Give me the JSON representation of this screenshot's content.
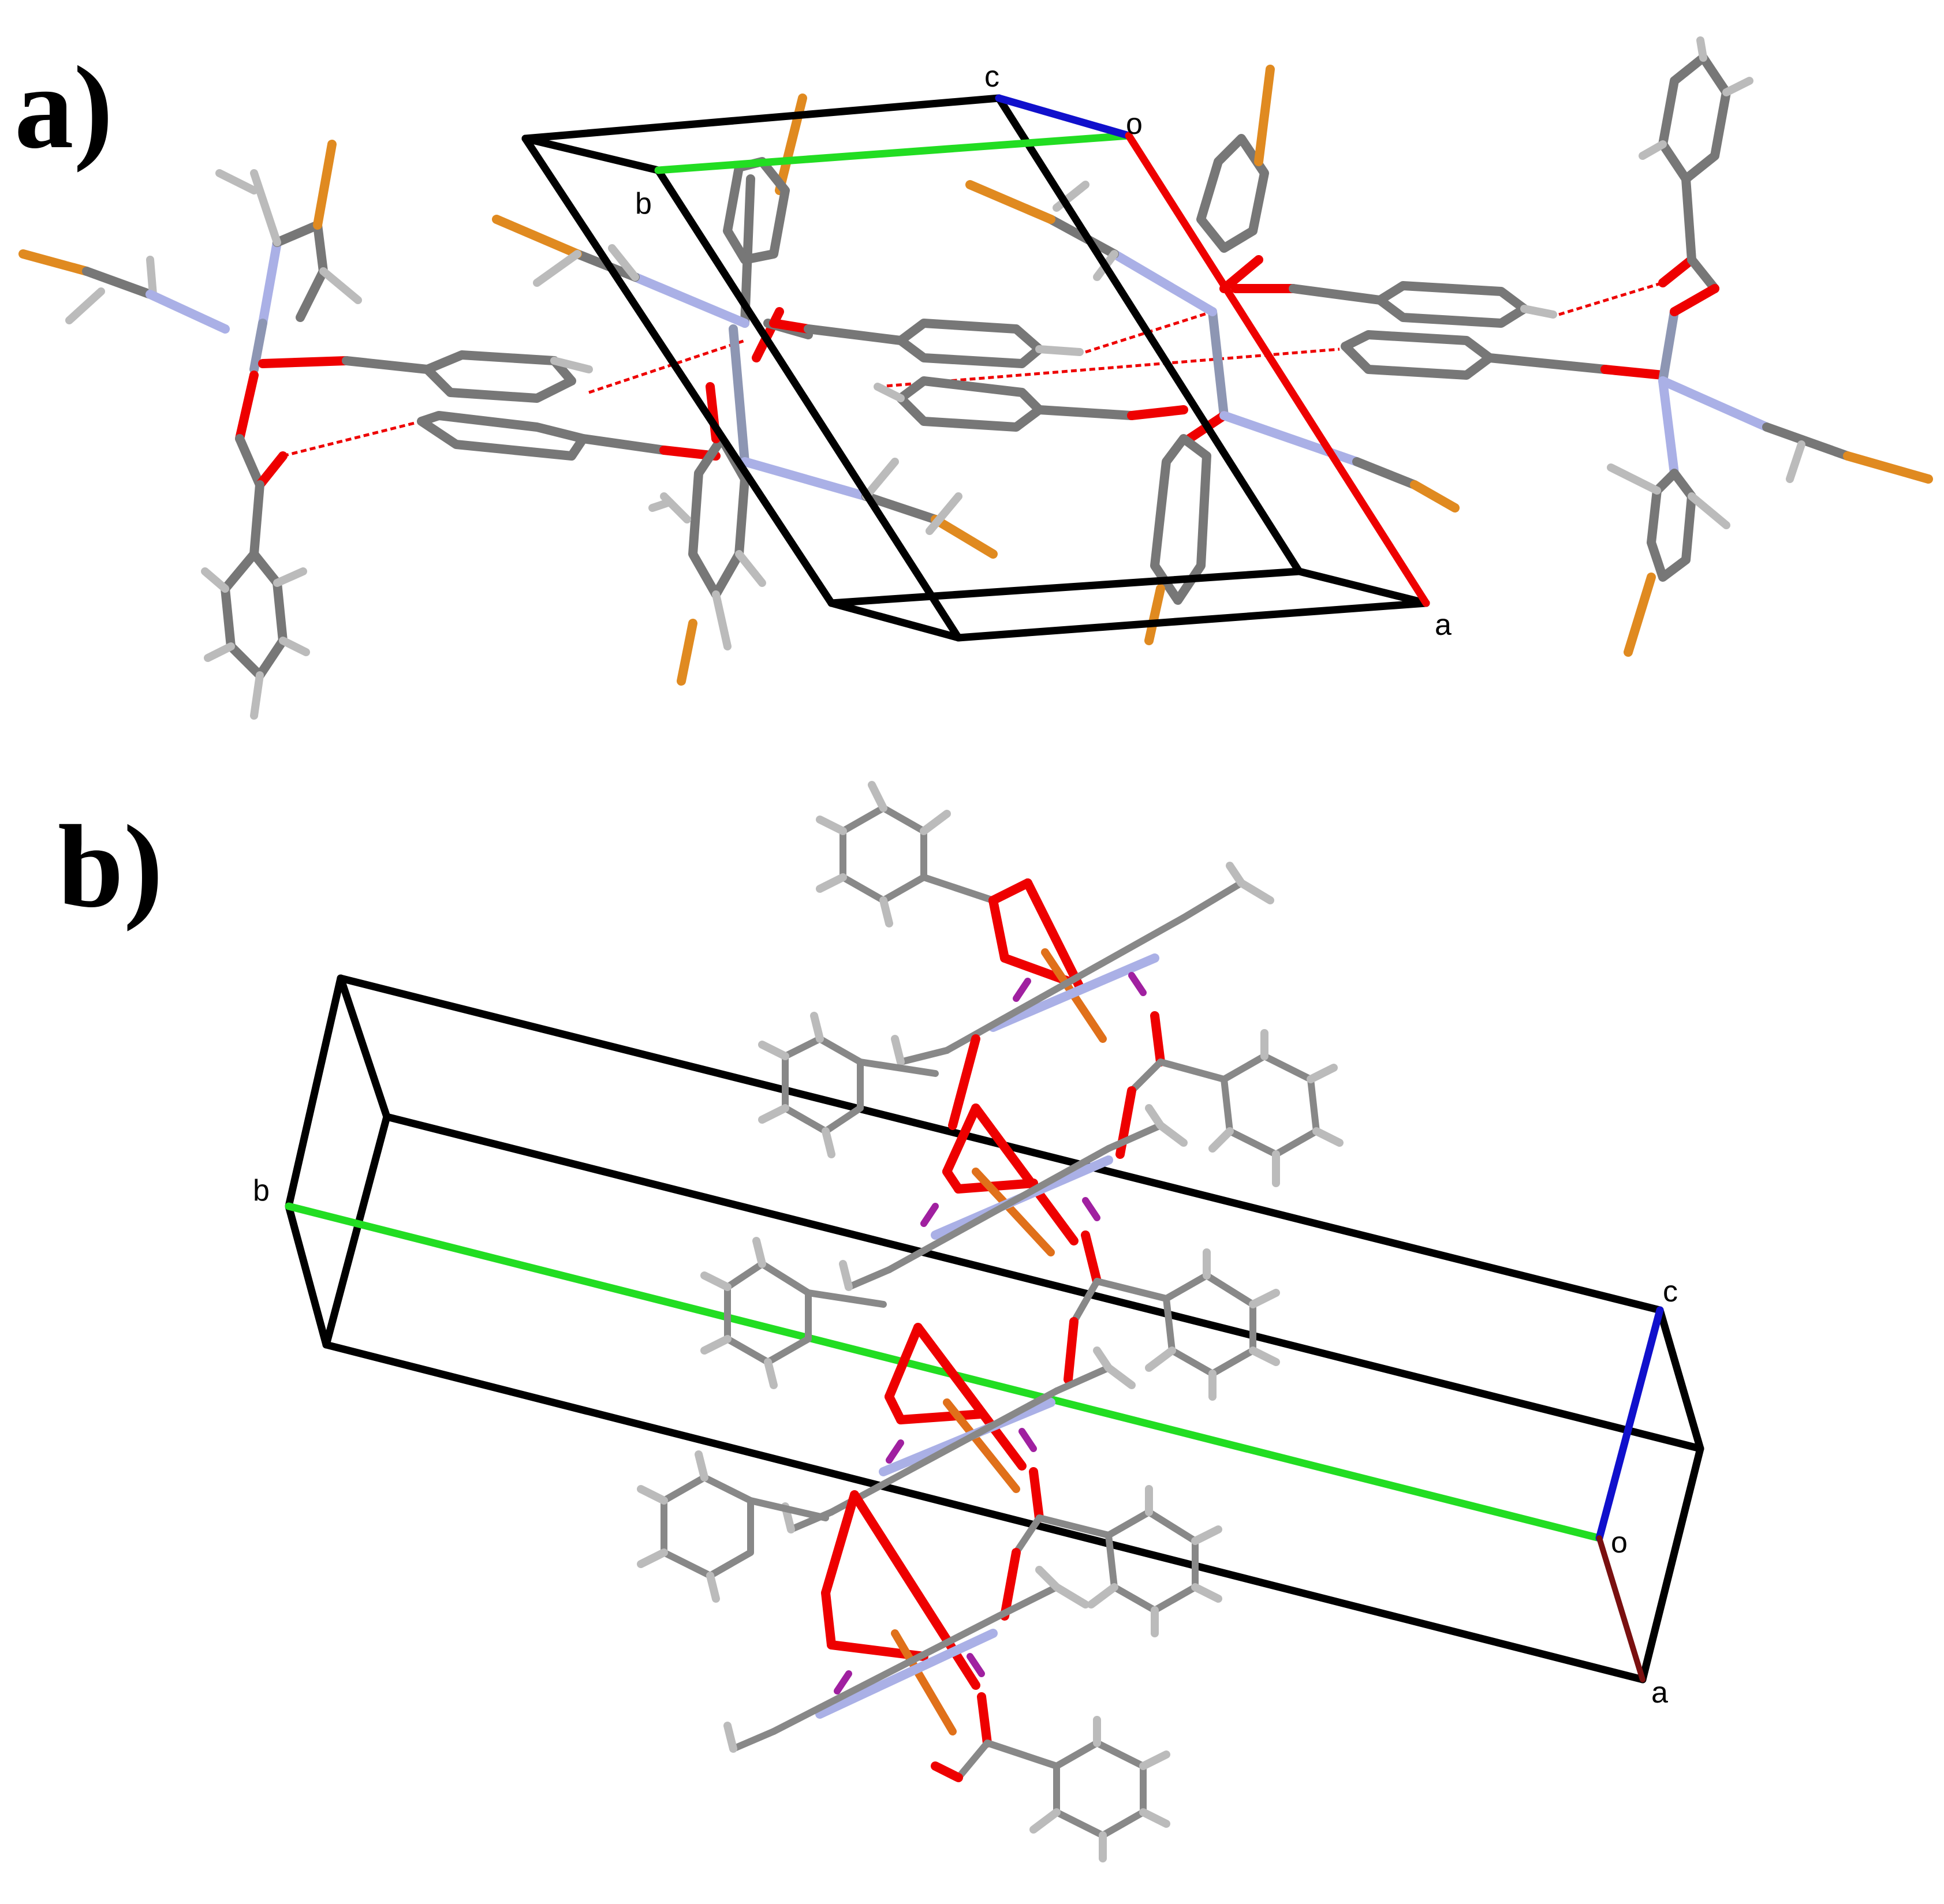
{
  "panels": [
    {
      "label": "a)",
      "axes": {
        "origin": "o",
        "a": "a",
        "b": "b",
        "c": "c"
      }
    },
    {
      "label": "b)",
      "axes": {
        "origin": "o",
        "a": "a",
        "b": "b",
        "c": "c"
      }
    }
  ],
  "colors": {
    "cell_edge": "#000000",
    "axis_a": "#ee0000",
    "axis_b": "#22dd22",
    "axis_c": "#1010cc",
    "carbon": "#777777",
    "hydrogen": "#bbbbbb",
    "nitrogen": "#aab0e6",
    "oxygen": "#ee0000",
    "bromine": "#e08a20",
    "cobalt": "#8d96b3",
    "iron": "#e0701a",
    "hydrogen_bond": "#ee0000"
  }
}
